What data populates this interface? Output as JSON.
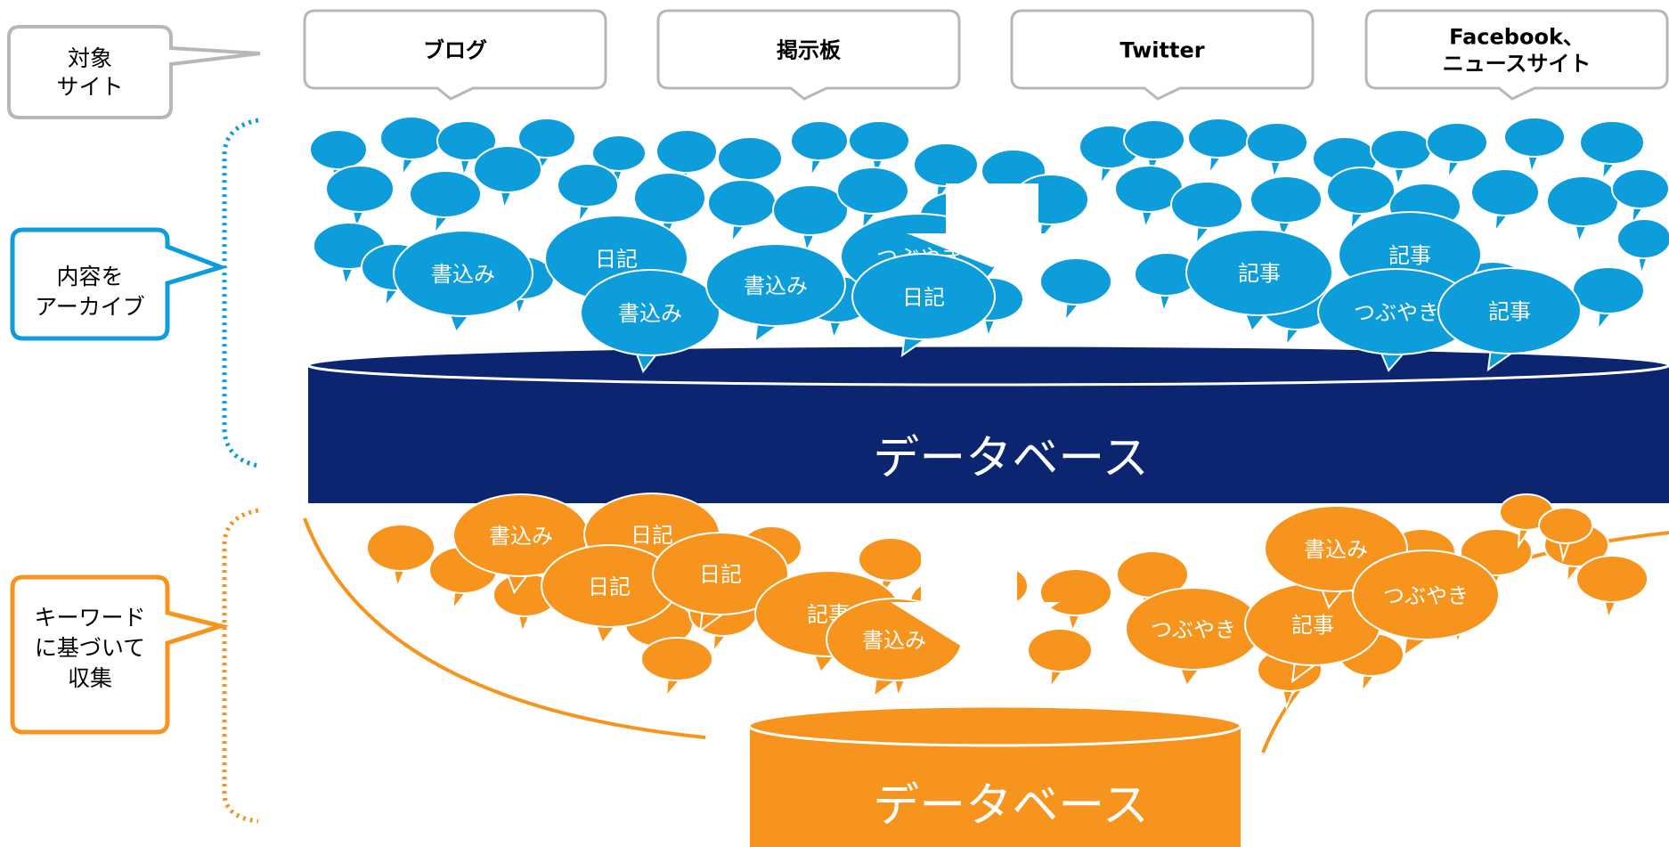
{
  "colors": {
    "blue": "#0d9ddb",
    "blue_dark": "#0a7fb3",
    "navy": "#0b2570",
    "orange": "#f7941d",
    "orange_dark": "#d97a0c",
    "box_border": "#b7b7b7",
    "arrow": "#ffffff"
  },
  "target_label": "対象サイト",
  "target_label_lines": [
    "対象",
    "サイト"
  ],
  "sites": [
    {
      "label": "ブログ",
      "lines": [
        "ブログ"
      ]
    },
    {
      "label": "掲示板",
      "lines": [
        "掲示板"
      ]
    },
    {
      "label": "Twitter",
      "lines": [
        "Twitter"
      ]
    },
    {
      "label": "Facebook、ニュースサイト",
      "lines": [
        "Facebook、",
        "ニュースサイト"
      ]
    }
  ],
  "archive_label": "内容をアーカイブ",
  "archive_label_lines": [
    "内容を",
    "アーカイブ"
  ],
  "keyword_label": "キーワードに基づいて収集",
  "keyword_label_lines": [
    "キーワード",
    "に基づいて",
    "収集"
  ],
  "database_label": "データベース",
  "bubble_words": {
    "blog": "書込み",
    "diary": "日記",
    "tweet": "つぶやき",
    "article": "記事"
  },
  "blue_bubble_labels": [
    "書込み",
    "日記",
    "書込み",
    "書込み",
    "つぶやき",
    "日記",
    "記事",
    "記事",
    "つぶやき",
    "記事"
  ],
  "orange_bubble_labels": [
    "書込み",
    "日記",
    "日記",
    "日記",
    "記事",
    "書込み",
    "つぶやき",
    "記事",
    "書込み",
    "つぶやき"
  ]
}
